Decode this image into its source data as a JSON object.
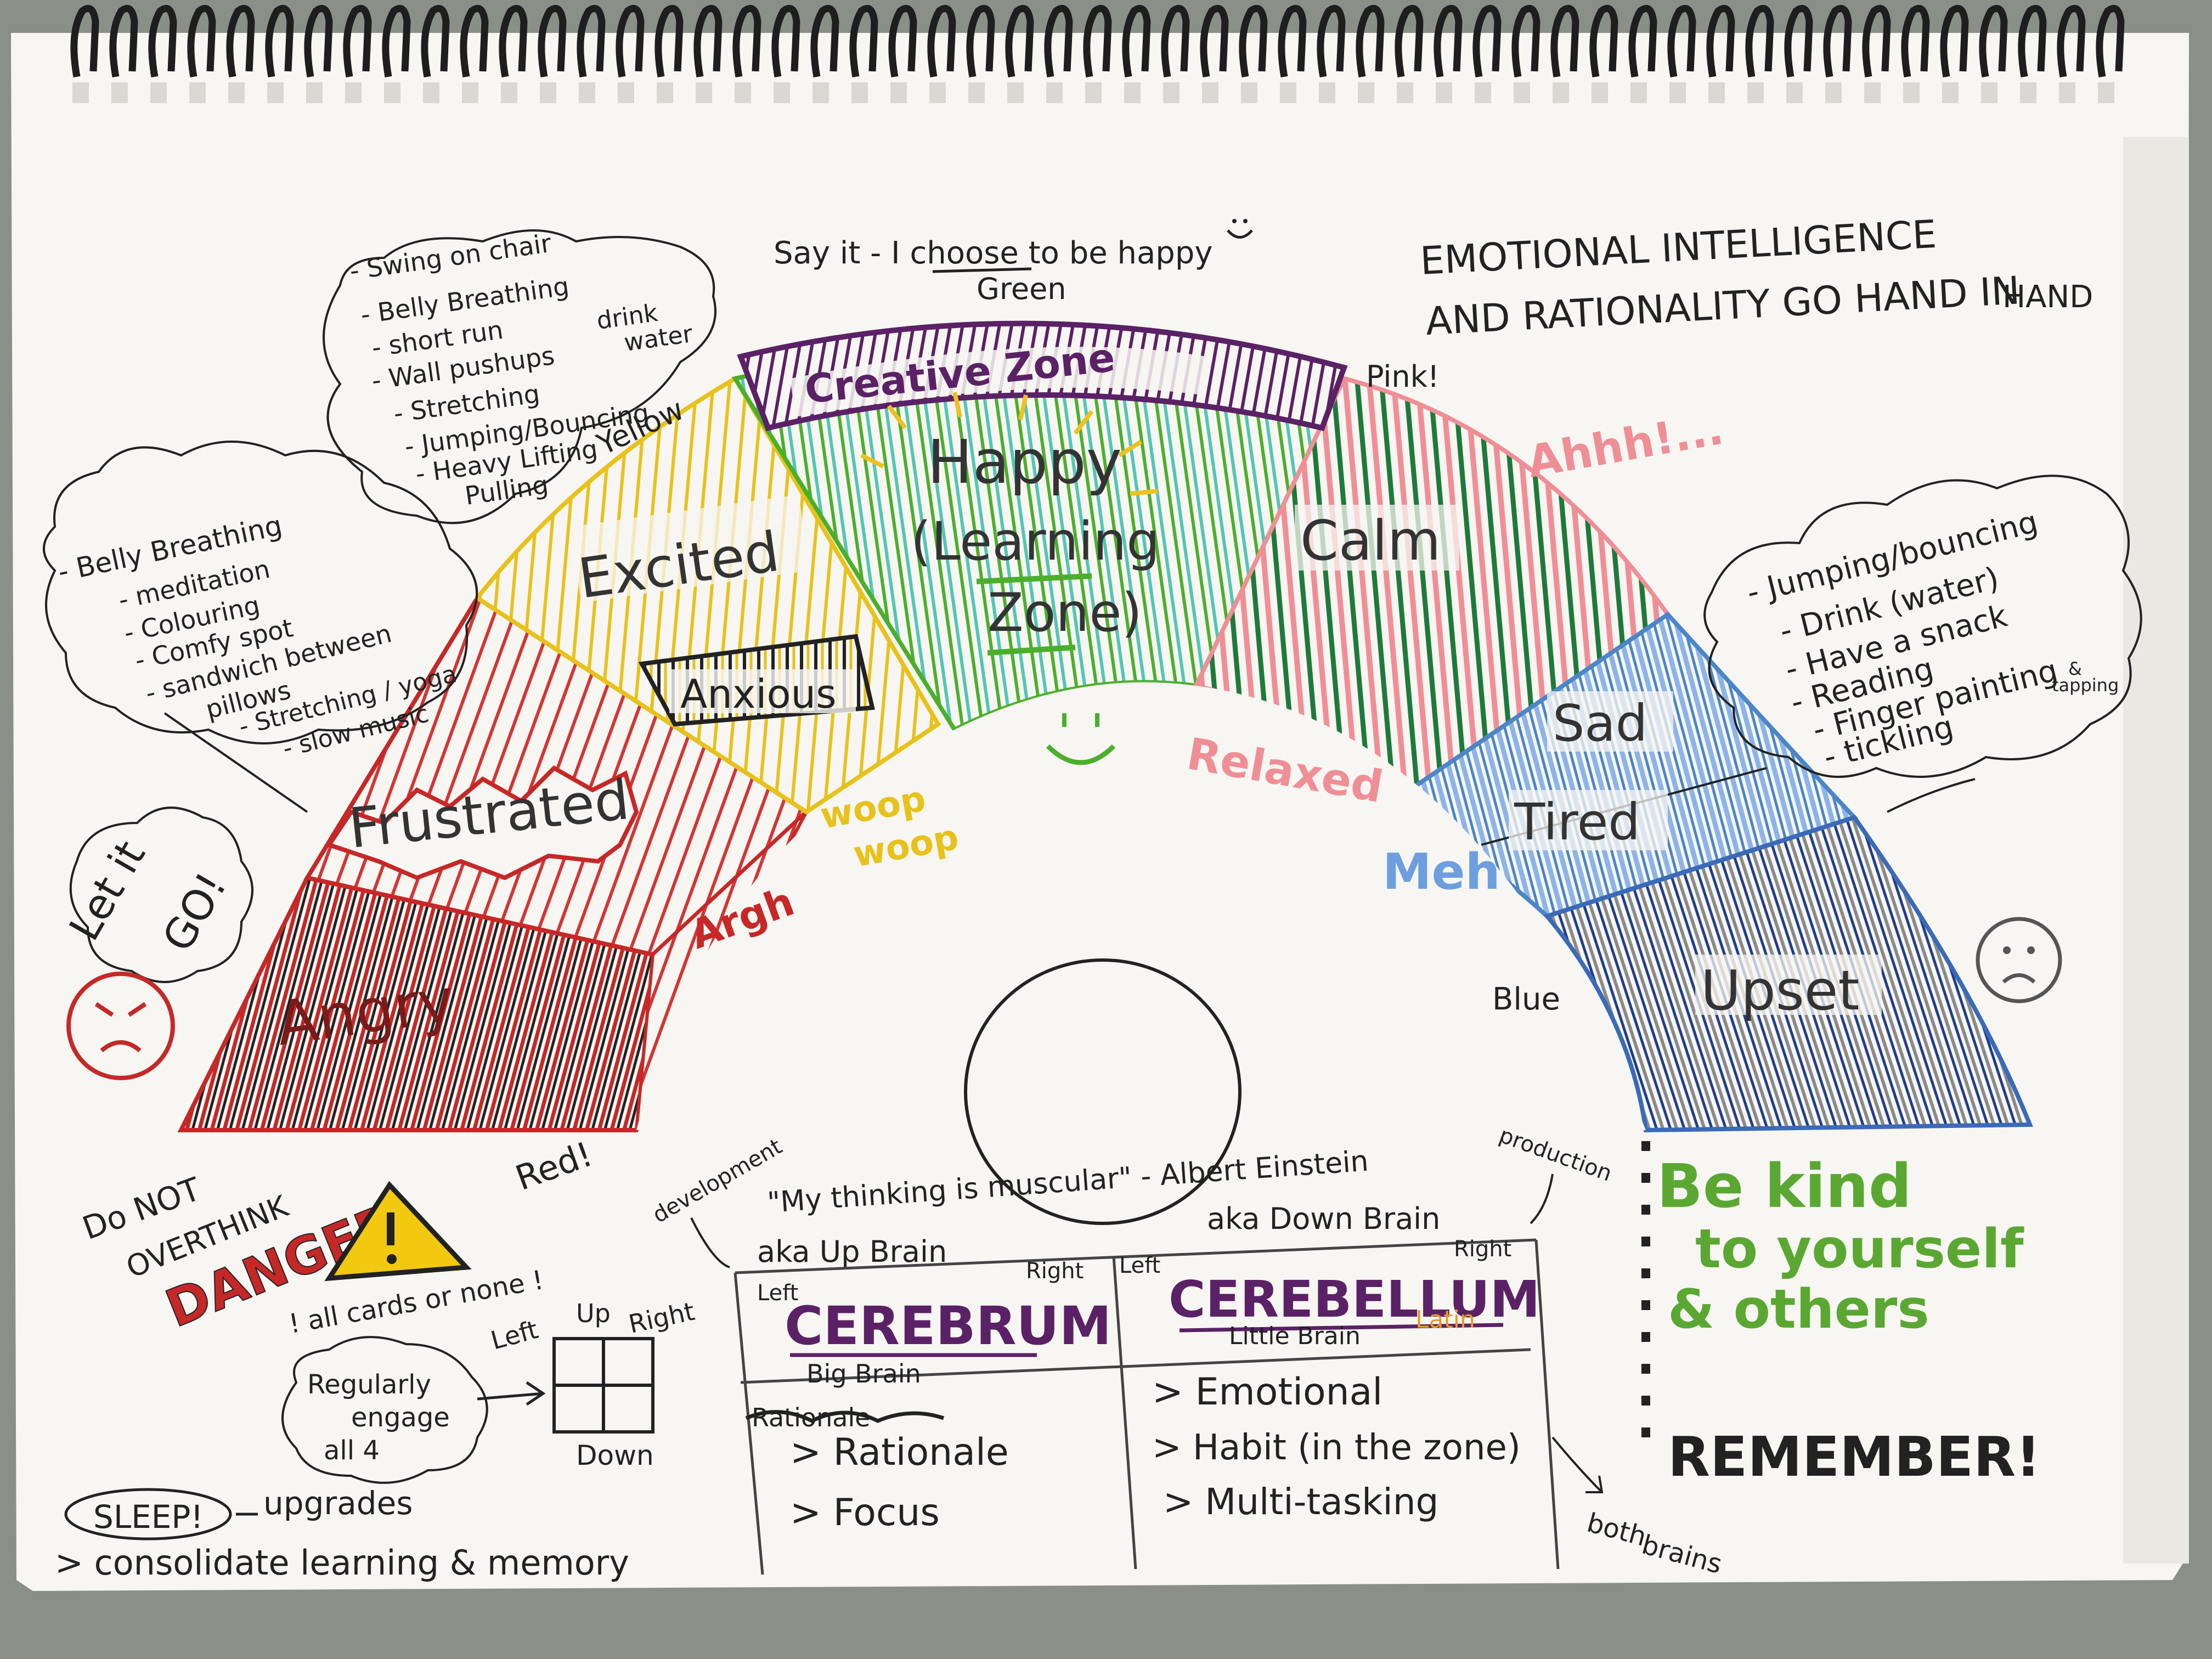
{
  "header": {
    "say_it": "Say it - I choose to be happy",
    "ei_line1": "EMOTIONAL INTELLIGENCE",
    "ei_line2": "AND RATIONALITY GO HAND IN",
    "ei_line3": "HAND"
  },
  "colors": {
    "red": "#c62828",
    "dark_red": "#9b1c1c",
    "yellow": "#e8c21a",
    "green": "#4caf2c",
    "dark_green": "#1f7a3a",
    "teal": "#53c6b3",
    "pink": "#f08e96",
    "blue": "#4a86c8",
    "light_blue": "#8db4e8",
    "purple": "#5b2166",
    "ink": "#222222",
    "paper": "#f7f6f2"
  },
  "rainbow": {
    "zones": {
      "angry": "Angry",
      "frustrated": "Frustrated",
      "excited": "Excited",
      "anxious": "Anxious",
      "happy_l1": "Happy",
      "happy_l2": "(Learning",
      "happy_l3": "Zone)",
      "creative": "Creative Zone",
      "calm": "Calm",
      "sad": "Sad",
      "tired": "Tired",
      "upset": "Upset"
    },
    "color_labels": {
      "green": "Green",
      "yellow": "Yellow",
      "pink": "Pink!",
      "blue": "Blue",
      "red": "Red!"
    },
    "exclamations": {
      "ahhh": "Ahhh!...",
      "relaxed": "Relaxed",
      "meh": "Meh",
      "woop1": "woop",
      "woop2": "woop",
      "argh": "Argh"
    }
  },
  "yellow_strategies": [
    "- Swing on chair",
    "- Belly Breathing",
    "- short run",
    "- Wall pushups",
    "- Stretching",
    "- Jumping/Bouncing",
    "- Heavy Lifting",
    "Pulling"
  ],
  "drink_water": [
    "drink",
    "water"
  ],
  "red_strategies": [
    "- Belly Breathing",
    "- meditation",
    "- Colouring",
    "- Comfy spot",
    "- sandwich between",
    "pillows",
    "- Stretching / yoga",
    "- slow music"
  ],
  "blue_strategies": [
    "- Jumping/bouncing",
    "- Drink (water)",
    "- Have a snack",
    "- Reading",
    "- Finger painting",
    "- tickling"
  ],
  "blue_extra": [
    "&",
    "tapping"
  ],
  "let_it_go": [
    "Let it",
    "GO!"
  ],
  "danger": {
    "do_not": "Do NOT",
    "overthink": "OVERTHINK",
    "danger": "DANGER",
    "all_cards": "! all cards or none !"
  },
  "quote": {
    "text": "\"My thinking is muscular\" - Albert Einstein",
    "development": "development",
    "production": "production",
    "up_brain": "aka Up Brain",
    "down_brain": "aka Down Brain",
    "both_brains": [
      "both",
      "brains"
    ]
  },
  "grid": {
    "left": "Left",
    "up": "Up",
    "right": "Right",
    "down": "Down",
    "engage": [
      "Regularly",
      "engage",
      "all 4"
    ]
  },
  "table": {
    "cerebrum": {
      "left": "Left",
      "right": "Right",
      "title": "CEREBRUM",
      "subtitle": "Big Brain",
      "struck": "Rationale",
      "items": [
        "> Rationale",
        "> Focus"
      ]
    },
    "cerebellum": {
      "left": "Left",
      "right": "Right",
      "title": "CEREBELLUM",
      "subtitle": "Little Brain",
      "latin": "Latin",
      "items": [
        "> Emotional",
        "> Habit (in the zone)",
        "> Multi-tasking"
      ]
    }
  },
  "sleep": {
    "label": "SLEEP!",
    "upgrades": "upgrades",
    "consolidate": "> consolidate learning & memory"
  },
  "be_kind": [
    "Be kind",
    "to yourself",
    "& others"
  ],
  "remember": "REMEMBER!"
}
